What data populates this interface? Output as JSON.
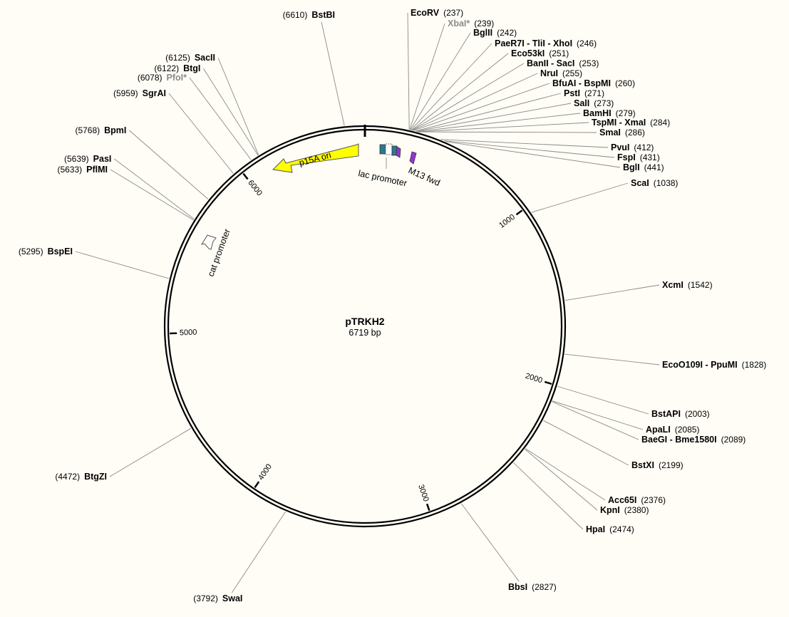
{
  "plasmid": {
    "name": "pTRKH2",
    "size_label": "6719 bp",
    "length": 6719
  },
  "ticks": [
    {
      "pos": 1000,
      "label": "1000"
    },
    {
      "pos": 2000,
      "label": "2000"
    },
    {
      "pos": 3000,
      "label": "3000"
    },
    {
      "pos": 4000,
      "label": "4000"
    },
    {
      "pos": 5000,
      "label": "5000"
    },
    {
      "pos": 6000,
      "label": "6000"
    }
  ],
  "features": [
    {
      "name": "p15A ori",
      "type": "origin",
      "color": "#ffff00",
      "direction": "reverse"
    },
    {
      "name": "lac promoter",
      "type": "promoter",
      "direction": "forward"
    },
    {
      "name": "M13 fwd",
      "type": "primer",
      "color": "#9b30d9",
      "direction": "forward"
    },
    {
      "name": "cat promoter",
      "type": "promoter",
      "color": "#ffffff",
      "direction": "reverse"
    }
  ],
  "sites": [
    {
      "name": "BstBI",
      "pos": "(6610)",
      "num": 6610,
      "dim": false
    },
    {
      "name": "SacII",
      "pos": "(6125)",
      "num": 6125,
      "dim": false
    },
    {
      "name": "BtgI",
      "pos": "(6122)",
      "num": 6122,
      "dim": false
    },
    {
      "name": "PfoI*",
      "pos": "(6078)",
      "num": 6078,
      "dim": true
    },
    {
      "name": "SgrAI",
      "pos": "(5959)",
      "num": 5959,
      "dim": false
    },
    {
      "name": "BpmI",
      "pos": "(5768)",
      "num": 5768,
      "dim": false
    },
    {
      "name": "PasI",
      "pos": "(5639)",
      "num": 5639,
      "dim": false
    },
    {
      "name": "PflMI",
      "pos": "(5633)",
      "num": 5633,
      "dim": false
    },
    {
      "name": "BspEI",
      "pos": "(5295)",
      "num": 5295,
      "dim": false
    },
    {
      "name": "BtgZI",
      "pos": "(4472)",
      "num": 4472,
      "dim": false
    },
    {
      "name": "SwaI",
      "pos": "(3792)",
      "num": 3792,
      "dim": false
    },
    {
      "name": "EcoRV",
      "pos": "(237)",
      "num": 237,
      "dim": false
    },
    {
      "name": "XbaI*",
      "pos": "(239)",
      "num": 239,
      "dim": true
    },
    {
      "name": "BglII",
      "pos": "(242)",
      "num": 242,
      "dim": false
    },
    {
      "name": "PaeR7I - TliI - XhoI",
      "pos": "(246)",
      "num": 246,
      "dim": false
    },
    {
      "name": "Eco53kI",
      "pos": "(251)",
      "num": 251,
      "dim": false
    },
    {
      "name": "BanII - SacI",
      "pos": "(253)",
      "num": 253,
      "dim": false
    },
    {
      "name": "NruI",
      "pos": "(255)",
      "num": 255,
      "dim": false
    },
    {
      "name": "BfuAI - BspMI",
      "pos": "(260)",
      "num": 260,
      "dim": false
    },
    {
      "name": "PstI",
      "pos": "(271)",
      "num": 271,
      "dim": false
    },
    {
      "name": "SalI",
      "pos": "(273)",
      "num": 273,
      "dim": false
    },
    {
      "name": "BamHI",
      "pos": "(279)",
      "num": 279,
      "dim": false
    },
    {
      "name": "TspMI - XmaI",
      "pos": "(284)",
      "num": 284,
      "dim": false
    },
    {
      "name": "SmaI",
      "pos": "(286)",
      "num": 286,
      "dim": false
    },
    {
      "name": "PvuI",
      "pos": "(412)",
      "num": 412,
      "dim": false
    },
    {
      "name": "FspI",
      "pos": "(431)",
      "num": 431,
      "dim": false
    },
    {
      "name": "BglI",
      "pos": "(441)",
      "num": 441,
      "dim": false
    },
    {
      "name": "ScaI",
      "pos": "(1038)",
      "num": 1038,
      "dim": false
    },
    {
      "name": "XcmI",
      "pos": "(1542)",
      "num": 1542,
      "dim": false
    },
    {
      "name": "EcoO109I - PpuMI",
      "pos": "(1828)",
      "num": 1828,
      "dim": false
    },
    {
      "name": "BstAPI",
      "pos": "(2003)",
      "num": 2003,
      "dim": false
    },
    {
      "name": "ApaLI",
      "pos": "(2085)",
      "num": 2085,
      "dim": false
    },
    {
      "name": "BaeGI - Bme1580I",
      "pos": "(2089)",
      "num": 2089,
      "dim": false
    },
    {
      "name": "BstXI",
      "pos": "(2199)",
      "num": 2199,
      "dim": false
    },
    {
      "name": "Acc65I",
      "pos": "(2376)",
      "num": 2376,
      "dim": false
    },
    {
      "name": "KpnI",
      "pos": "(2380)",
      "num": 2380,
      "dim": false
    },
    {
      "name": "HpaI",
      "pos": "(2474)",
      "num": 2474,
      "dim": false
    },
    {
      "name": "BbsI",
      "pos": "(2827)",
      "num": 2827,
      "dim": false
    }
  ]
}
